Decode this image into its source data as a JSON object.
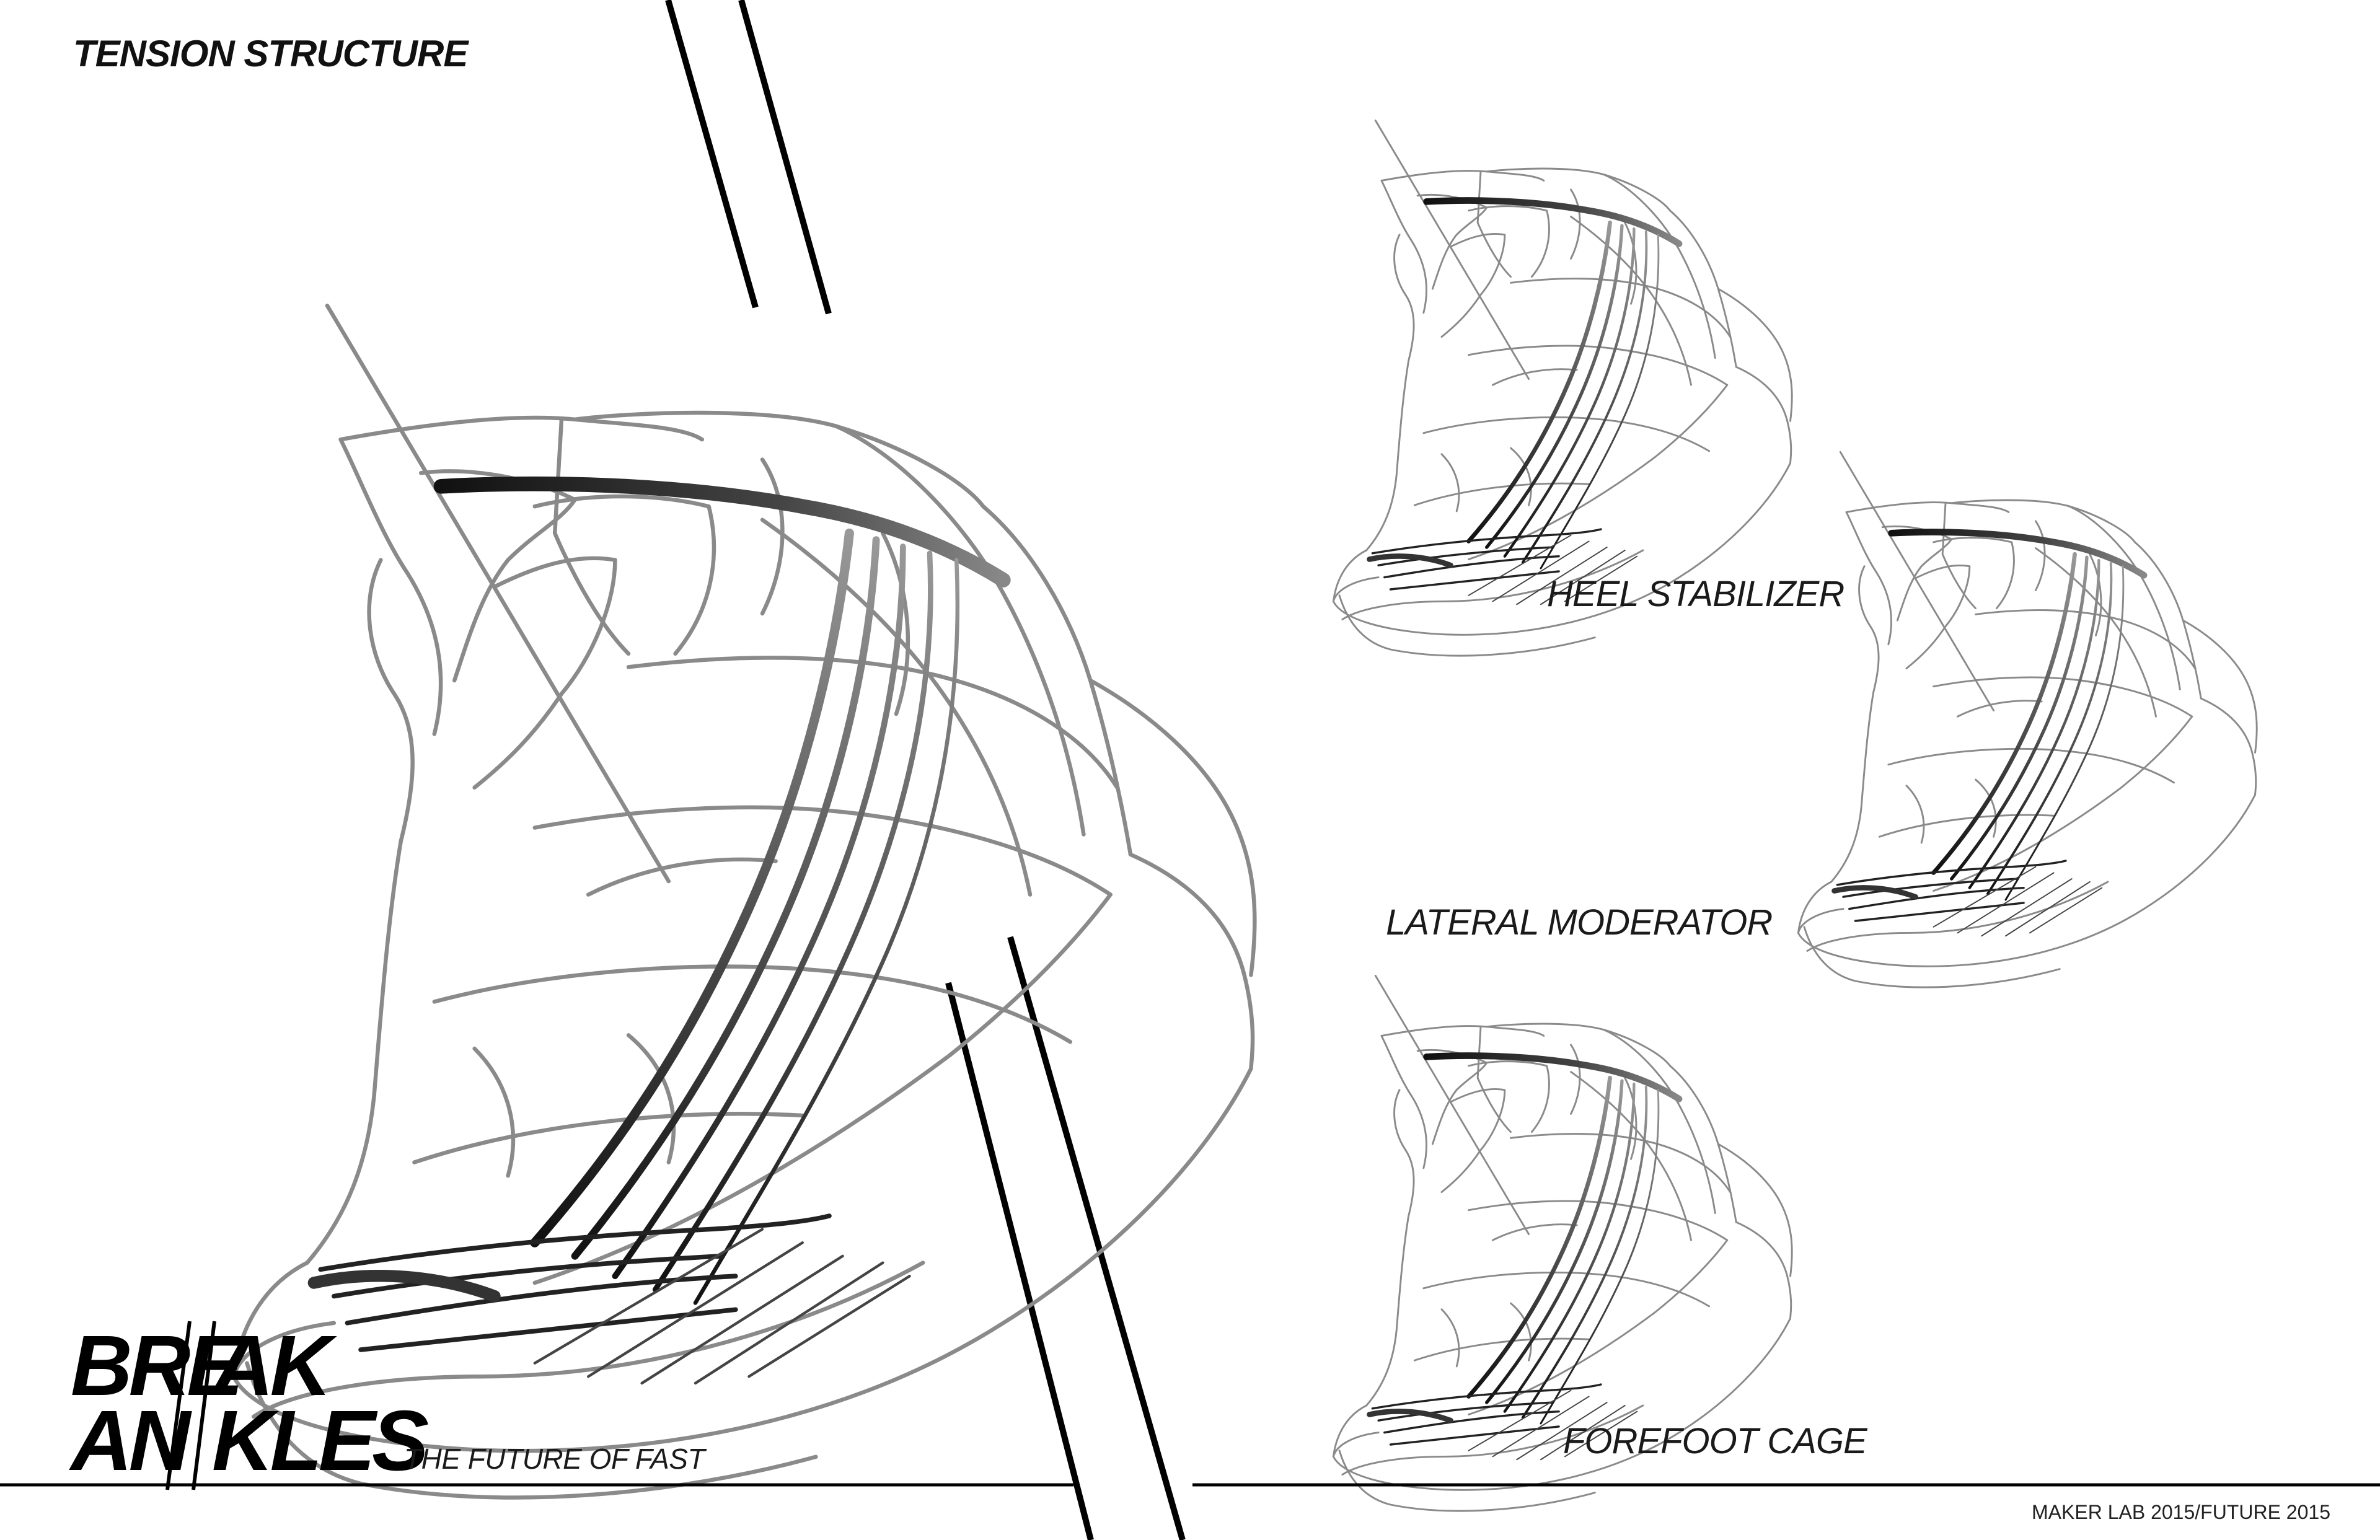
{
  "title": "TENSION STRUCTURE",
  "captions": {
    "heel": "HEEL STABILIZER",
    "lateral": "LATERAL MODERATOR",
    "forefoot": "FOREFOOT CAGE"
  },
  "logo": {
    "line1_left": "BRE",
    "line1_right": "AK",
    "line2_left": "AN",
    "line2_right": "KLES"
  },
  "tagline": "THE FUTURE OF FAST",
  "footer": "MAKER LAB 2015/FUTURE 2015",
  "colors": {
    "sketch_line": "#8a8a8a",
    "tension_band": "#2b2b2b",
    "ink": "#000000"
  }
}
